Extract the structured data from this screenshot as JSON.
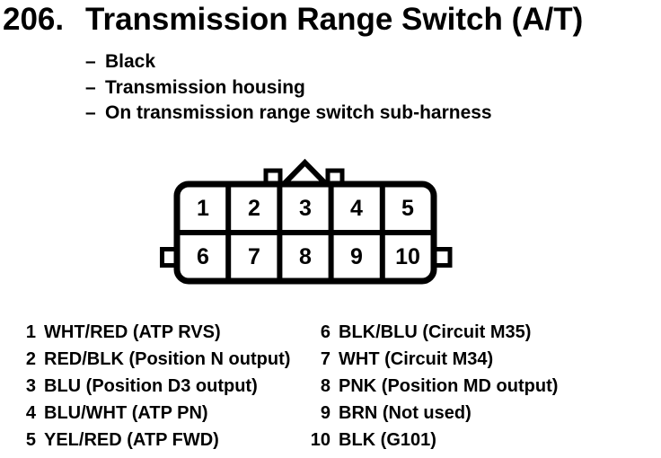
{
  "title": {
    "number": "206.",
    "text": "Transmission Range Switch (A/T)"
  },
  "notes": {
    "bullet": "–",
    "items": [
      "Black",
      "Transmission housing",
      "On transmission range switch sub-harness"
    ]
  },
  "connector": {
    "rows": 2,
    "columns": 5,
    "pins": [
      "1",
      "2",
      "3",
      "4",
      "5",
      "6",
      "7",
      "8",
      "9",
      "10"
    ]
  },
  "pin_legend": {
    "left": [
      {
        "pin": "1",
        "label": "WHT/RED (ATP RVS)"
      },
      {
        "pin": "2",
        "label": "RED/BLK (Position N output)"
      },
      {
        "pin": "3",
        "label": "BLU (Position D3 output)"
      },
      {
        "pin": "4",
        "label": "BLU/WHT (ATP PN)"
      },
      {
        "pin": "5",
        "label": "YEL/RED (ATP FWD)"
      }
    ],
    "right": [
      {
        "pin": "6",
        "label": "BLK/BLU (Circuit M35)"
      },
      {
        "pin": "7",
        "label": "WHT (Circuit M34)"
      },
      {
        "pin": "8",
        "label": "PNK (Position MD output)"
      },
      {
        "pin": "9",
        "label": "BRN (Not used)"
      },
      {
        "pin": "10",
        "label": "BLK (G101)"
      }
    ]
  },
  "colors": {
    "foreground": "#000000",
    "background": "#ffffff"
  }
}
